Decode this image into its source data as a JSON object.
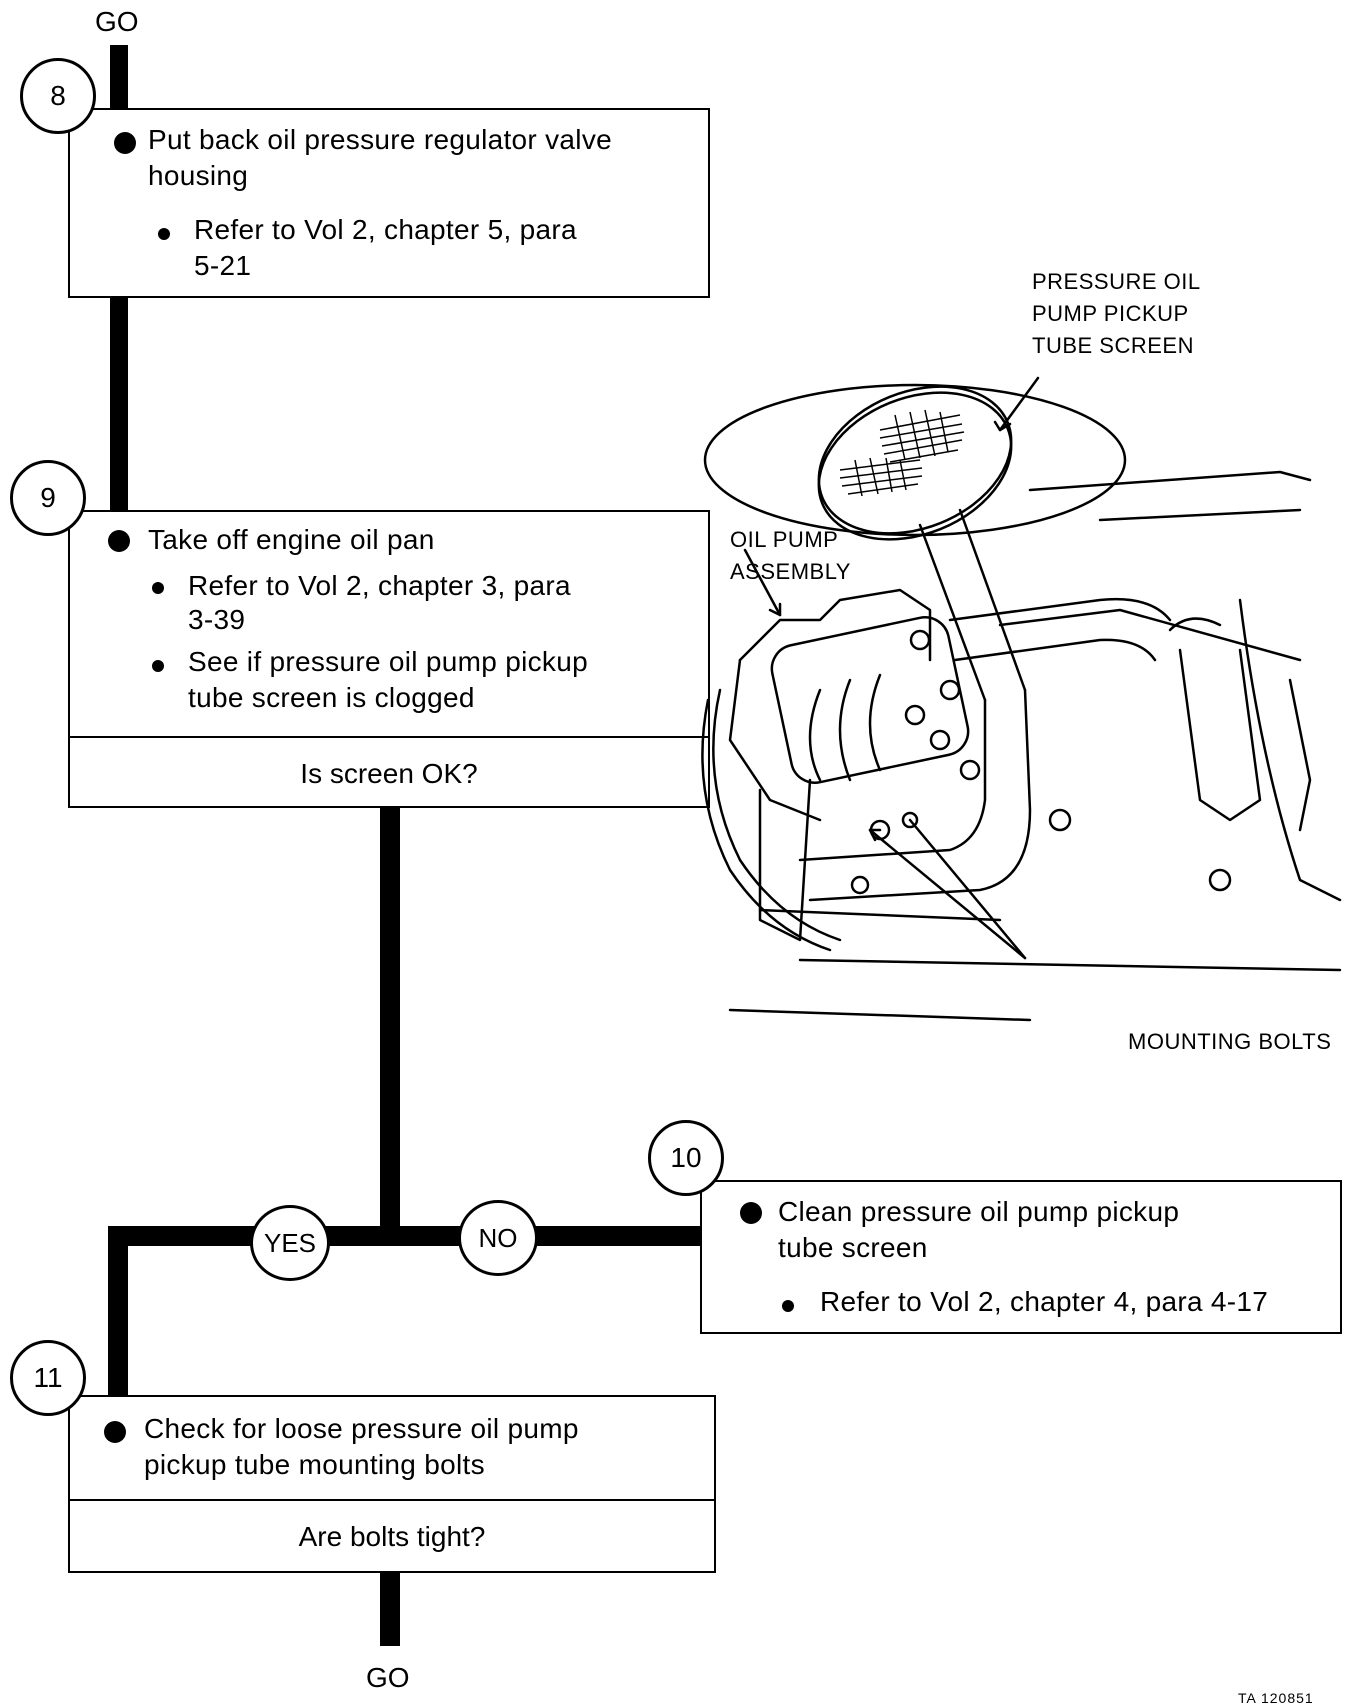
{
  "go_top": "GO",
  "go_bottom": "GO",
  "steps": [
    {
      "number": "8",
      "main": [
        "Put back oil pressure regulator valve",
        "housing"
      ],
      "subs": [
        [
          "Refer to Vol 2, chapter 5, para",
          "5-21"
        ]
      ]
    },
    {
      "number": "9",
      "main": [
        "Take off engine oil pan"
      ],
      "subs": [
        [
          "Refer to Vol 2, chapter 3, para",
          "3-39"
        ],
        [
          "See if pressure oil pump pickup",
          "tube screen is clogged"
        ]
      ],
      "question": "Is screen OK?"
    },
    {
      "number": "10",
      "main": [
        "Clean pressure oil pump pickup",
        "tube screen"
      ],
      "subs": [
        [
          "Refer to Vol 2, chapter 4, para 4-17"
        ]
      ]
    },
    {
      "number": "11",
      "main": [
        "Check for loose pressure oil pump",
        "pickup tube mounting bolts"
      ],
      "question": "Are bolts tight?"
    }
  ],
  "branches": {
    "yes": "YES",
    "no": "NO"
  },
  "illustration_labels": {
    "screen": [
      "PRESSURE OIL",
      "PUMP PICKUP",
      "TUBE SCREEN"
    ],
    "pump": [
      "OIL PUMP",
      "ASSEMBLY"
    ],
    "bolts": "MOUNTING BOLTS"
  },
  "figure_id": "TA 120851"
}
